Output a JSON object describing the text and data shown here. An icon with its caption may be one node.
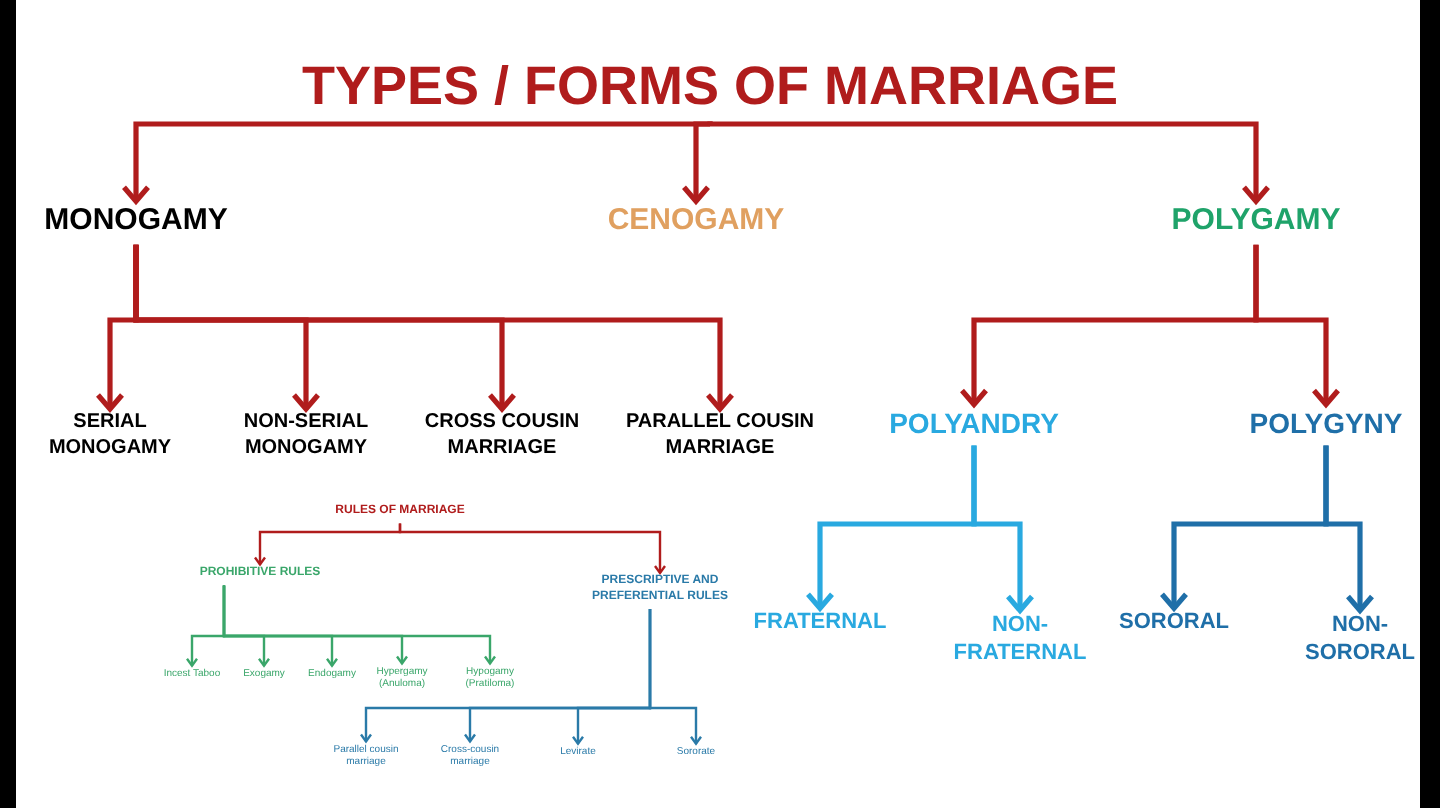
{
  "diagram": {
    "nodes": [
      {
        "text": [
          "TYPES / FORMS OF MARRIAGE"
        ]
      },
      {
        "text": [
          "MONOGAMY"
        ]
      },
      {
        "text": [
          "CENOGAMY"
        ]
      },
      {
        "text": [
          "POLYGAMY"
        ]
      },
      {
        "text": [
          "SERIAL MONOGAMY"
        ]
      },
      {
        "text": [
          "NON-SERIAL MONOGAMY"
        ]
      },
      {
        "text": [
          "CROSS COUSIN MARRIAGE"
        ]
      },
      {
        "text": [
          "PARALLEL COUSIN MARRIAGE"
        ]
      },
      {
        "text": [
          "POLYANDRY"
        ]
      },
      {
        "text": [
          "POLYGYNY"
        ]
      },
      {
        "text": [
          "FRATERNAL"
        ]
      },
      {
        "text": [
          "NON- FRATERNAL"
        ]
      },
      {
        "text": [
          "SORORAL"
        ]
      },
      {
        "text": [
          "NON- SORORAL"
        ]
      },
      {
        "text": [
          "RULES OF MARRIAGE"
        ]
      },
      {
        "text": [
          "PROHIBITIVE RULES"
        ]
      },
      {
        "text": [
          "PRESCRIPTIVE AND PREFERENTIAL RULES"
        ]
      },
      {
        "text": [
          "Incest Taboo"
        ]
      },
      {
        "text": [
          "Exogamy"
        ]
      },
      {
        "text": [
          "Endogamy"
        ]
      },
      {
        "text": [
          "Hypergamy (Anuloma)"
        ]
      },
      {
        "text": [
          "Hypogamy (Pratiloma)"
        ]
      },
      {
        "text": [
          "Parallel cousin marriage"
        ]
      },
      {
        "text": [
          "Cross-cousin marriage"
        ]
      },
      {
        "text": [
          "Levirate"
        ]
      },
      {
        "text": [
          "Sororate"
        ]
      }
    ],
    "edges": [
      {
        "from": 0,
        "to": 1,
        "arrow": "to"
      },
      {
        "from": 0,
        "to": 2,
        "arrow": "to"
      },
      {
        "from": 0,
        "to": 3,
        "arrow": "to"
      },
      {
        "from": 1,
        "to": 4,
        "arrow": "to"
      },
      {
        "from": 1,
        "to": 5,
        "arrow": "to"
      },
      {
        "from": 1,
        "to": 6,
        "arrow": "to"
      },
      {
        "from": 1,
        "to": 7,
        "arrow": "to"
      },
      {
        "from": 3,
        "to": 8,
        "arrow": "to"
      },
      {
        "from": 3,
        "to": 9,
        "arrow": "to"
      },
      {
        "from": 8,
        "to": 10,
        "arrow": "to",
        "color": "#29a9e0"
      },
      {
        "from": 8,
        "to": 11,
        "arrow": "to",
        "color": "#29a9e0"
      },
      {
        "from": 9,
        "to": 12,
        "arrow": "to",
        "color": "#1f6fa8"
      },
      {
        "from": 9,
        "to": 13,
        "arrow": "to",
        "color": "#1f6fa8"
      },
      {
        "from": 14,
        "to": 15,
        "arrow": "to"
      },
      {
        "from": 14,
        "to": 16,
        "arrow": "to"
      },
      {
        "from": 15,
        "to": 17,
        "arrow": "to",
        "color": "#3aa66a"
      },
      {
        "from": 15,
        "to": 18,
        "arrow": "to",
        "color": "#3aa66a"
      },
      {
        "from": 15,
        "to": 19,
        "arrow": "to",
        "color": "#3aa66a"
      },
      {
        "from": 15,
        "to": 20,
        "arrow": "to",
        "color": "#3aa66a"
      },
      {
        "from": 15,
        "to": 21,
        "arrow": "to",
        "color": "#3aa66a"
      },
      {
        "from": 16,
        "to": 22,
        "arrow": "to",
        "color": "#2a7aa8"
      },
      {
        "from": 16,
        "to": 23,
        "arrow": "to",
        "color": "#2a7aa8"
      },
      {
        "from": 16,
        "to": 24,
        "arrow": "to",
        "color": "#2a7aa8"
      },
      {
        "from": 16,
        "to": 25,
        "arrow": "to",
        "color": "#2a7aa8"
      }
    ]
  }
}
